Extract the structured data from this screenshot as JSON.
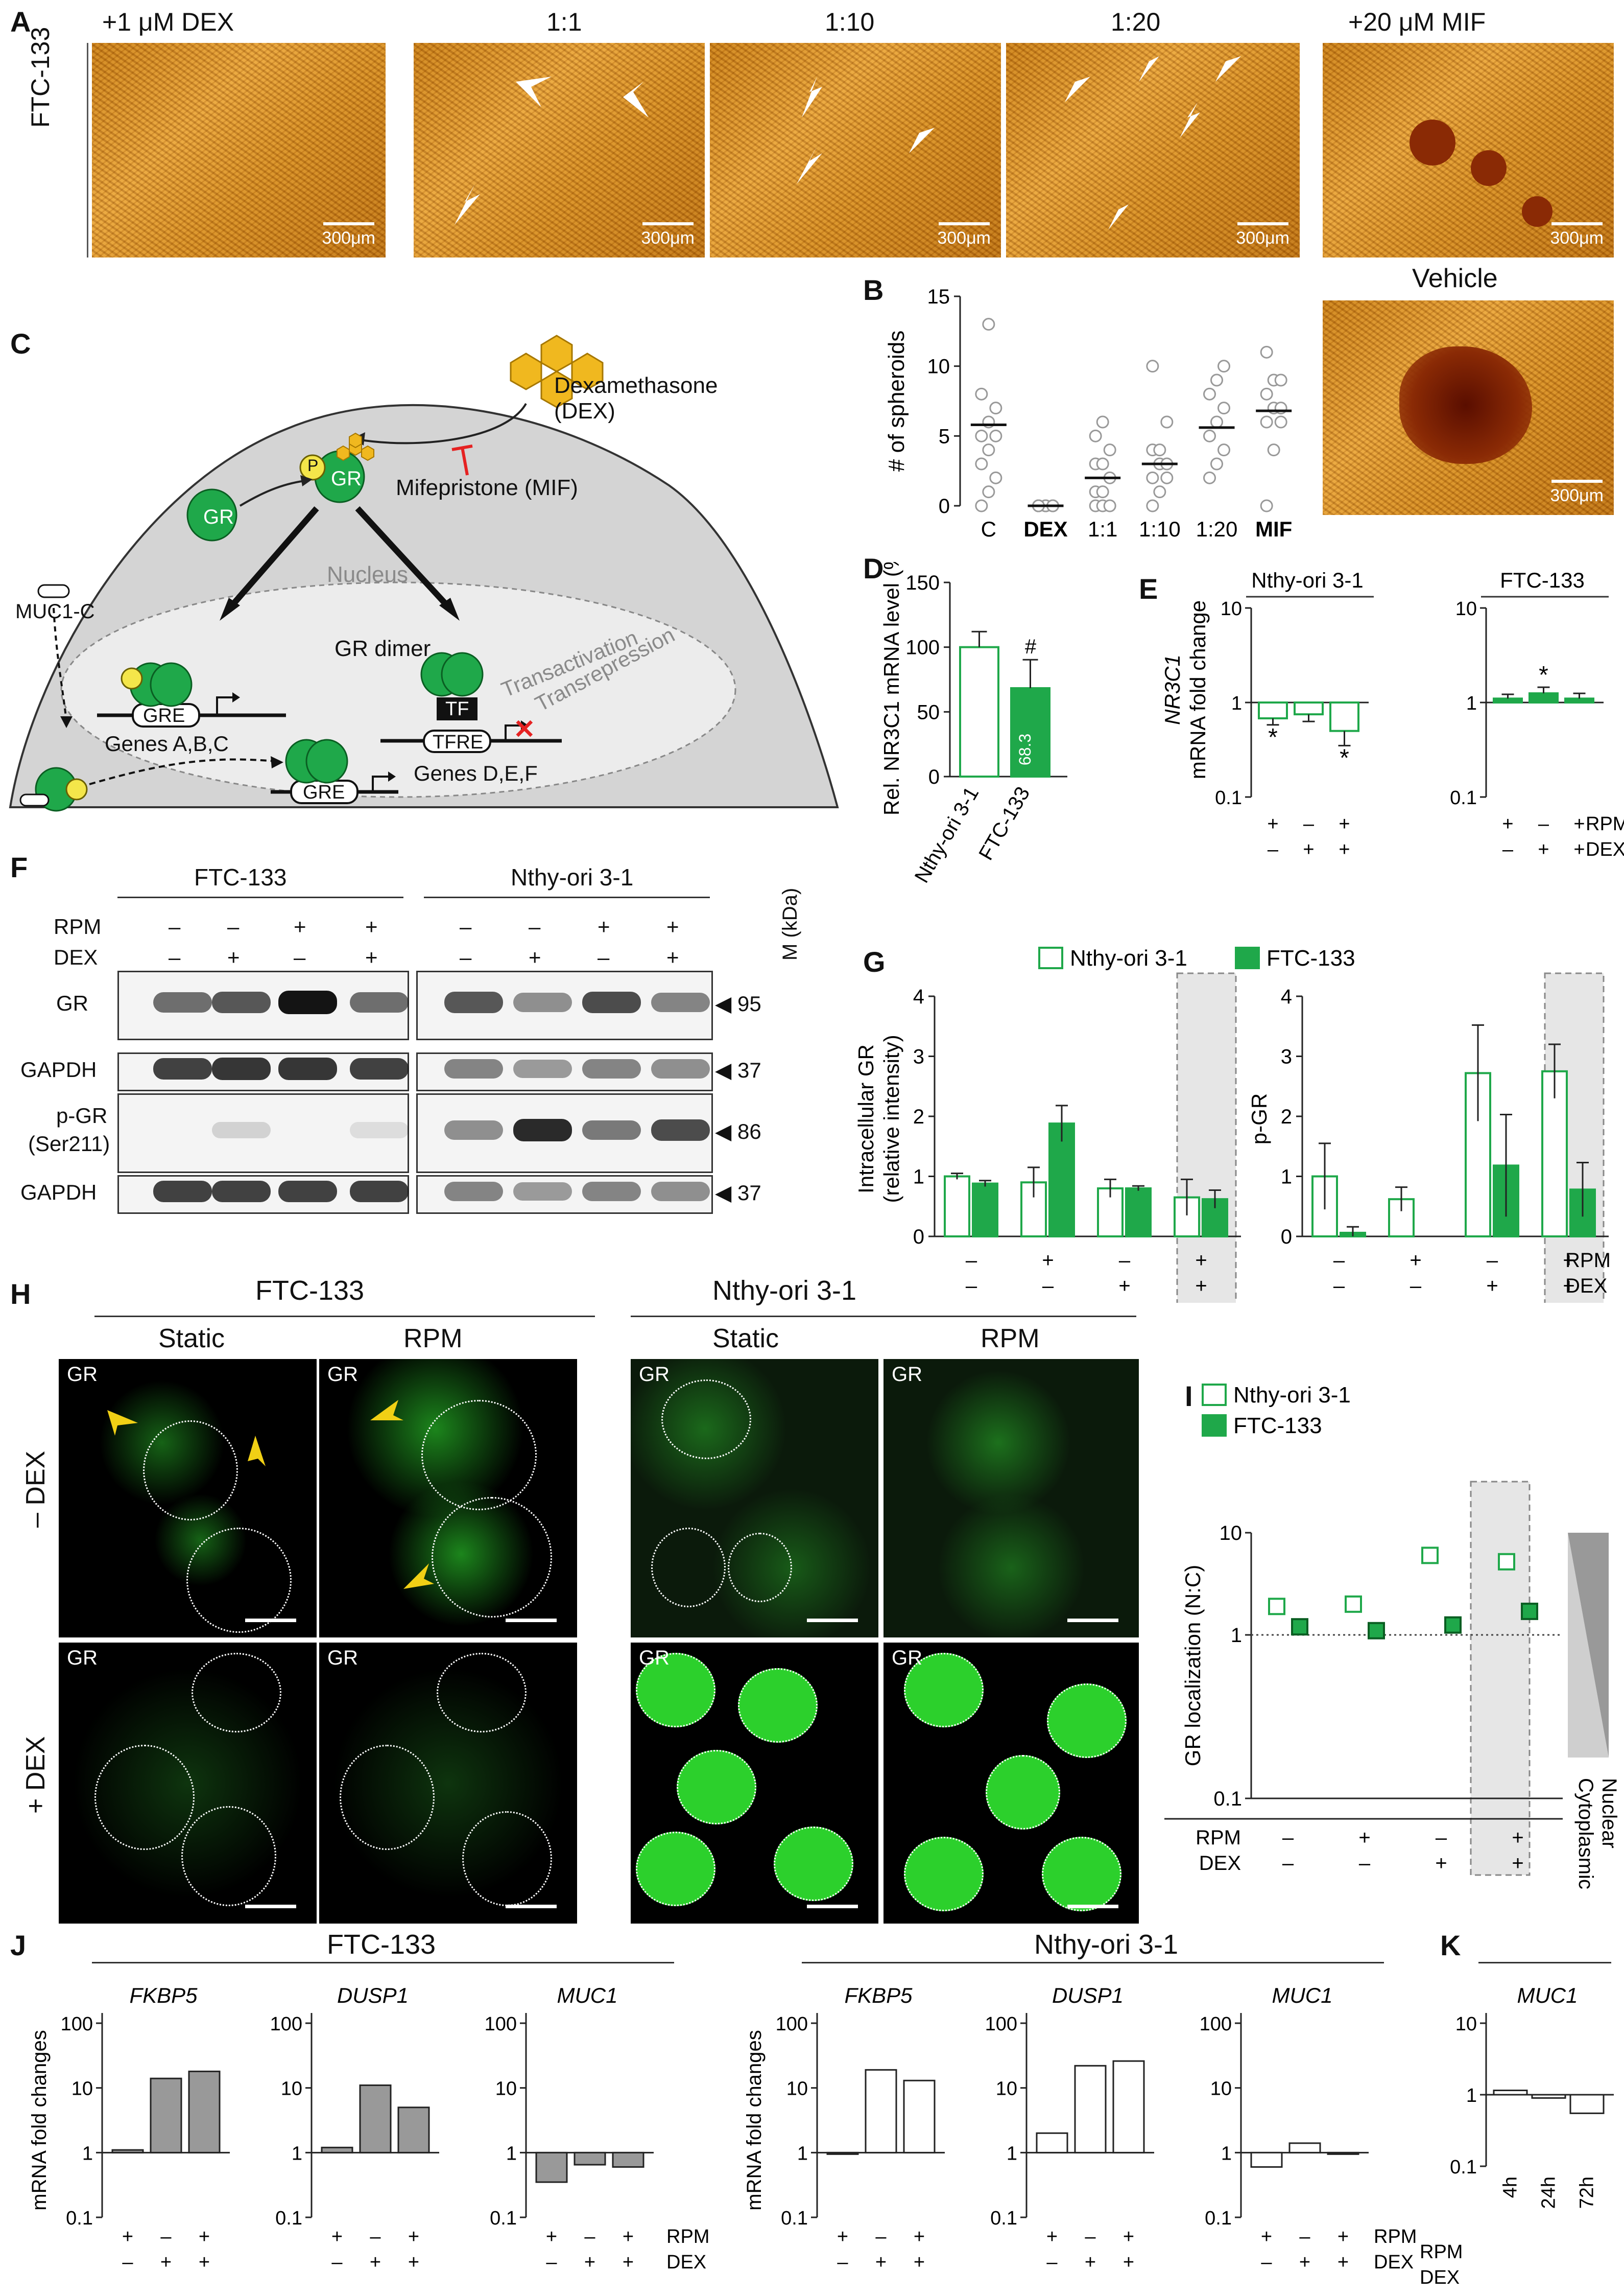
{
  "panels": {
    "a": "A",
    "b": "B",
    "c": "C",
    "d": "D",
    "e": "E",
    "f": "F",
    "g": "G",
    "h": "H",
    "i": "I",
    "j": "J",
    "k": "K"
  },
  "panel_a": {
    "row_label": "FTC-133",
    "conditions": [
      "+1 μM DEX",
      "1:1",
      "1:10",
      "1:20",
      "+20 μM MIF"
    ],
    "scale": "300μm",
    "vehicle_label": "Vehicle"
  },
  "panel_c": {
    "dex": "Dexamethasone",
    "dex2": "(DEX)",
    "mif": "Mifepristone (MIF)",
    "nucleus": "Nucleus",
    "muc1c": "MUC1-C",
    "gr": "GR",
    "p": "P",
    "gre": "GRE",
    "gr_dimer": "GR dimer",
    "tf": "TF",
    "tfre": "TFRE",
    "genes_abc": "Genes A,B,C",
    "genes_def": "Genes D,E,F",
    "transactivation": "Transactivation",
    "transrepression": "Transrepression"
  },
  "panel_f": {
    "groups": [
      "FTC-133",
      "Nthy-ori 3-1"
    ],
    "rpm": "RPM",
    "dex": "DEX",
    "mkda": "M (kDa)",
    "rows": [
      "GR",
      "GAPDH",
      "p-GR",
      "(Ser211)",
      "GAPDH"
    ],
    "markers": [
      "95",
      "37",
      "86",
      "37"
    ],
    "signs_rpm": [
      "–",
      "–",
      "+",
      "+",
      "–",
      "–",
      "+",
      "+"
    ],
    "signs_dex": [
      "–",
      "+",
      "–",
      "+",
      "–",
      "+",
      "–",
      "+"
    ]
  },
  "panel_h": {
    "groups": [
      "FTC-133",
      "Nthy-ori 3-1"
    ],
    "cols": [
      "Static",
      "RPM",
      "Static",
      "RPM"
    ],
    "rows": [
      "– DEX",
      "+ DEX"
    ],
    "tag": "GR"
  },
  "legend": {
    "nthy": "Nthy-ori 3-1",
    "ftc": "FTC-133"
  },
  "labels_bottom": {
    "rpm": "RPM",
    "dex": "DEX",
    "cyto": "Cytoplasmic",
    "nuclear": "Nuclear"
  },
  "chart_data": [
    {
      "id": "B",
      "type": "scatter",
      "ylabel": "# of spheroids",
      "ylim": [
        0,
        15
      ],
      "yticks": [
        0,
        5,
        10,
        15
      ],
      "categories": [
        "C",
        "DEX",
        "1:1",
        "1:10",
        "1:20",
        "MIF"
      ],
      "points": [
        [
          0,
          1,
          2,
          3,
          4,
          5,
          5,
          6,
          7,
          8,
          13
        ],
        [
          0,
          0,
          0,
          0,
          0,
          0,
          0,
          0,
          0,
          0
        ],
        [
          0,
          0,
          0,
          1,
          1,
          2,
          3,
          3,
          4,
          5,
          6
        ],
        [
          0,
          1,
          2,
          2,
          3,
          3,
          4,
          4,
          6,
          10
        ],
        [
          2,
          3,
          4,
          5,
          6,
          7,
          8,
          9,
          10
        ],
        [
          0,
          4,
          6,
          6,
          7,
          7,
          8,
          9,
          9,
          11
        ]
      ],
      "medians": [
        5.8,
        0,
        2,
        3,
        5.6,
        6.8
      ]
    },
    {
      "id": "D",
      "type": "bar",
      "ylabel": "Rel. NR3C1 mRNA level (%)",
      "ylim": [
        0,
        150
      ],
      "yticks": [
        0,
        50,
        100,
        150
      ],
      "categories": [
        "Nthy-ori 3-1",
        "FTC-133"
      ],
      "values": [
        100,
        68.3
      ],
      "errors": [
        12,
        22
      ],
      "bar_label": "68.3",
      "annot": "#"
    },
    {
      "id": "E1",
      "type": "bar",
      "title": "Nthy-ori 3-1",
      "ylabel": "NR3C1 mRNA fold change",
      "scale": "log",
      "ylim": [
        0.1,
        10
      ],
      "yticks": [
        "0.1",
        "1",
        "10"
      ],
      "values": [
        0.68,
        0.75,
        0.5
      ],
      "errors": [
        0.1,
        0.12,
        0.15
      ],
      "stars": [
        true,
        false,
        true
      ]
    },
    {
      "id": "E2",
      "type": "bar",
      "title": "FTC-133",
      "scale": "log",
      "ylim": [
        0.1,
        10
      ],
      "yticks": [
        "0.1",
        "1",
        "10"
      ],
      "values": [
        1.1,
        1.25,
        1.1
      ],
      "errors": [
        0.12,
        0.2,
        0.15
      ],
      "stars": [
        false,
        true,
        false
      ]
    },
    {
      "id": "G1",
      "type": "bar",
      "ylabel": "Intracellular GR (relative intensity)",
      "ylim": [
        0,
        4
      ],
      "yticks": [
        0,
        1,
        2,
        3,
        4
      ],
      "series": [
        {
          "name": "Nthy-ori 3-1",
          "values": [
            1.0,
            0.9,
            0.8,
            0.65
          ],
          "errors": [
            0.05,
            0.25,
            0.15,
            0.3
          ]
        },
        {
          "name": "FTC-133",
          "values": [
            0.88,
            1.88,
            0.8,
            0.62
          ],
          "errors": [
            0.05,
            0.3,
            0.04,
            0.15
          ]
        }
      ]
    },
    {
      "id": "G2",
      "type": "bar",
      "ylabel": "p-GR",
      "ylim": [
        0,
        4
      ],
      "yticks": [
        0,
        1,
        2,
        3,
        4
      ],
      "series": [
        {
          "name": "Nthy-ori 3-1",
          "values": [
            1.0,
            0.62,
            2.72,
            2.75
          ],
          "errors": [
            0.55,
            0.2,
            0.8,
            0.45
          ]
        },
        {
          "name": "FTC-133",
          "values": [
            0.06,
            0.0,
            1.18,
            0.78
          ],
          "errors": [
            0.1,
            0.0,
            0.85,
            0.45
          ]
        }
      ]
    },
    {
      "id": "I",
      "type": "scatter",
      "ylabel": "GR localization (N:C)",
      "scale": "log",
      "ylim": [
        0.1,
        10
      ],
      "yticks": [
        "0.1",
        "1",
        "10"
      ],
      "series": [
        {
          "name": "Nthy-ori 3-1",
          "values": [
            1.9,
            2.0,
            6.0,
            5.2
          ]
        },
        {
          "name": "FTC-133",
          "values": [
            1.2,
            1.1,
            1.25,
            1.7
          ]
        }
      ]
    },
    {
      "id": "J1",
      "type": "bar",
      "title": "FKBP5",
      "group": "FTC-133",
      "ylabel": "mRNA fold changes",
      "scale": "log",
      "ylim": [
        0.1,
        100
      ],
      "yticks": [
        "0.1",
        "1",
        "10",
        "100"
      ],
      "values": [
        1.1,
        14,
        18
      ]
    },
    {
      "id": "J2",
      "type": "bar",
      "title": "DUSP1",
      "scale": "log",
      "ylim": [
        0.1,
        100
      ],
      "yticks": [
        "0.1",
        "1",
        "10",
        "100"
      ],
      "values": [
        1.2,
        11,
        5
      ]
    },
    {
      "id": "J3",
      "type": "bar",
      "title": "MUC1",
      "scale": "log",
      "ylim": [
        0.1,
        100
      ],
      "yticks": [
        "0.1",
        "1",
        "10",
        "100"
      ],
      "values": [
        0.35,
        0.65,
        0.6
      ]
    },
    {
      "id": "J4",
      "type": "bar",
      "title": "FKBP5",
      "group": "Nthy-ori 3-1",
      "ylabel": "mRNA fold changes",
      "scale": "log",
      "ylim": [
        0.1,
        100
      ],
      "yticks": [
        "0.1",
        "1",
        "10",
        "100"
      ],
      "values": [
        0.95,
        19,
        13
      ]
    },
    {
      "id": "J5",
      "type": "bar",
      "title": "DUSP1",
      "scale": "log",
      "ylim": [
        0.1,
        100
      ],
      "yticks": [
        "0.1",
        "1",
        "10",
        "100"
      ],
      "values": [
        2,
        22,
        26
      ]
    },
    {
      "id": "J6",
      "type": "bar",
      "title": "MUC1",
      "scale": "log",
      "ylim": [
        0.1,
        100
      ],
      "yticks": [
        "0.1",
        "1",
        "10",
        "100"
      ],
      "values": [
        0.6,
        1.4,
        0.95
      ]
    },
    {
      "id": "K",
      "type": "bar",
      "title": "MUC1",
      "scale": "log",
      "ylim": [
        0.1,
        10
      ],
      "yticks": [
        "0.1",
        "1",
        "10"
      ],
      "categories": [
        "4h",
        "24h",
        "72h"
      ],
      "values": [
        1.15,
        0.9,
        0.55
      ]
    }
  ]
}
